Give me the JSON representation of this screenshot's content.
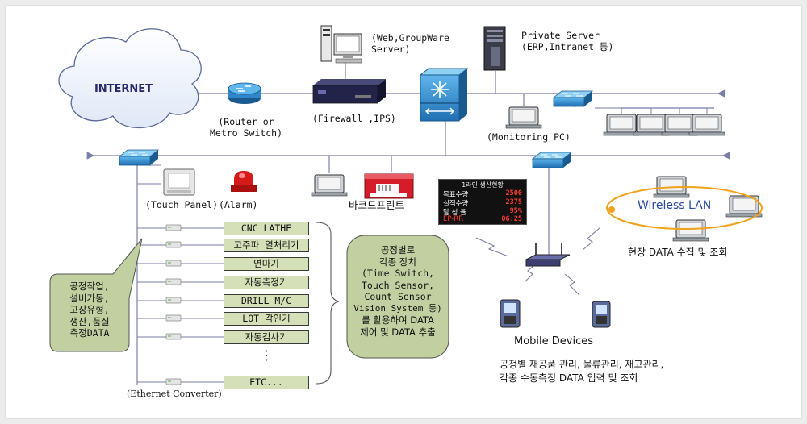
{
  "internet": "INTERNET",
  "router_label": "(Router or\nMetro Switch)",
  "firewall_label": "(Firewall ,IPS)",
  "web_server_label": "(Web,GroupWare\nServer)",
  "private_server_label": "Private Server\n(ERP,Intranet 등)",
  "monitoring_pc_label": "(Monitoring PC)",
  "touch_panel_label": "(Touch Panel)",
  "alarm_label": "(Alarm)",
  "barcode_printer_label": "바코드프린트",
  "ethernet_converter_label": "(Ethernet Converter)",
  "left_bubble": [
    "공정작업,",
    "설비가동,",
    "고장유형,",
    "생산,품질",
    "측정DATA"
  ],
  "equipment": [
    "CNC LATHE",
    "고주파 열처리기",
    "연마기",
    "자동측정기",
    "DRILL M/C",
    "LOT 각인기",
    "자동검사기",
    "⋮",
    "ETC..."
  ],
  "middle_bubble": [
    "공정별로",
    "각종 장치",
    "(Time Switch,",
    "Touch Sensor,",
    "Count Sensor",
    "Vision System 등)",
    "를 활용하여 DATA",
    "제어 및 DATA 추출"
  ],
  "display_board": {
    "title": "1라인 생산현황",
    "rows": [
      {
        "key": "목표수량",
        "value": "2500"
      },
      {
        "key": "실적수량",
        "value": "2375"
      },
      {
        "key": "달 성 율",
        "value": "95%"
      },
      {
        "key": "EP-RR",
        "value": "06:25"
      }
    ]
  },
  "wireless_lan_label": "Wireless LAN",
  "field_data_label": "현장 DATA 수집 및 조회",
  "mobile_devices_label": "Mobile Devices",
  "mobile_desc": [
    "공정별 재공품 관리, 물류관리, 재고관리,",
    "각종 수동측정 DATA 입력 및 조회"
  ],
  "colors": {
    "background": "#ececec",
    "panel": "#ffffff",
    "switch": "#2f86c8",
    "box_fill": "#d6e0b8",
    "line": "#7a7ea8",
    "wlan": "#f0a21a"
  }
}
